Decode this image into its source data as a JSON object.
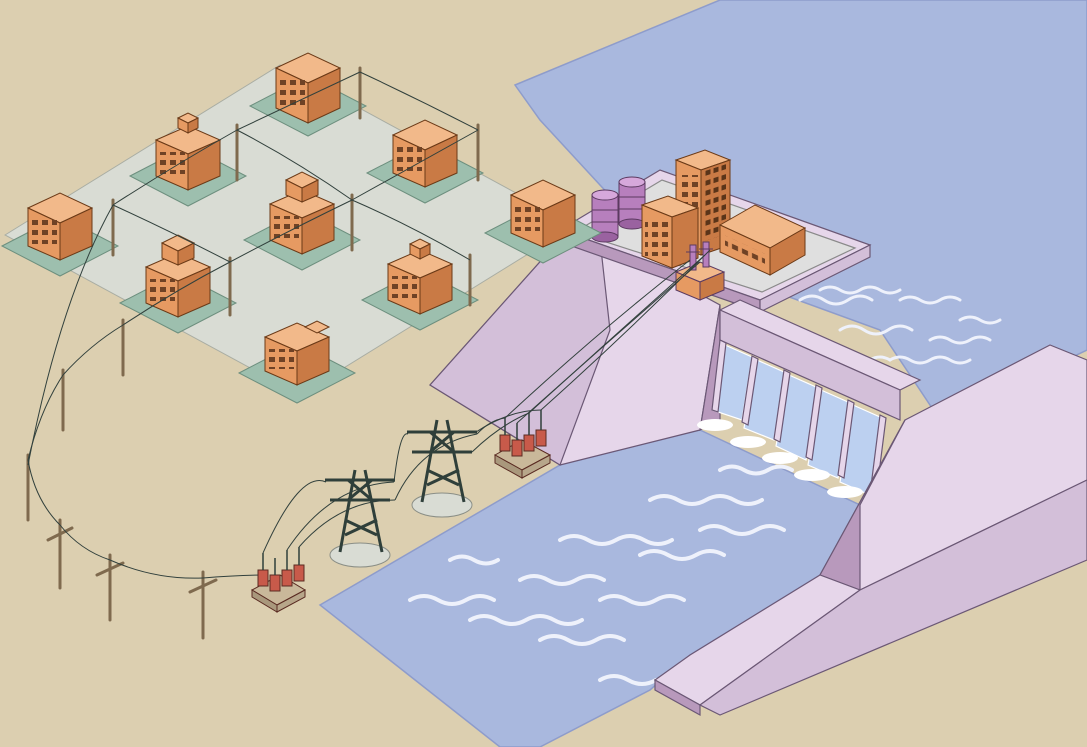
{
  "colors": {
    "ground": "#dccfb0",
    "water": "#a9b8de",
    "water_edge": "#8e9ccb",
    "wave": "#eef1fb",
    "dam_light": "#e6d6ea",
    "dam_mid": "#d3bfd9",
    "dam_dark": "#b899bc",
    "dam_outline": "#6b5875",
    "district_plaza": "#d9dcd4",
    "lot": "#9dbfae",
    "building_front": "#e69a62",
    "building_side": "#c97a45",
    "building_roof": "#f2b98a",
    "window": "#6f4225",
    "tank": "#b77fbd",
    "transformer": "#c85a4a",
    "tower_steel": "#2f3f3a",
    "pole": "#7f6a4e",
    "wire": "#31403c"
  },
  "icons": [
    "hydroelectric-dam",
    "spillway-gates",
    "reservoir",
    "river",
    "power-station-buildings",
    "storage-tanks",
    "substation-transformers",
    "transmission-towers",
    "utility-poles",
    "residential-buildings"
  ]
}
